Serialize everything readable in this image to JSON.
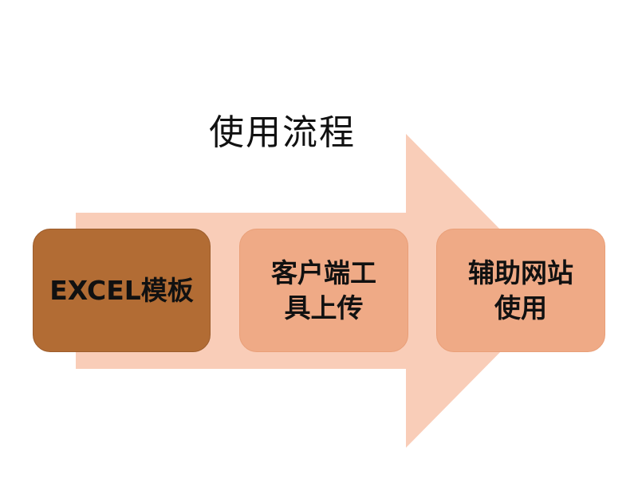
{
  "title": "使用流程",
  "colors": {
    "arrow": "#f9cdb8",
    "step_active": "#b26c34",
    "step_default": "#efaa86",
    "text": "#111111"
  },
  "steps": [
    {
      "label": "EXCEL模板"
    },
    {
      "label": "客户端工具上传"
    },
    {
      "label": "辅助网站使用"
    }
  ]
}
